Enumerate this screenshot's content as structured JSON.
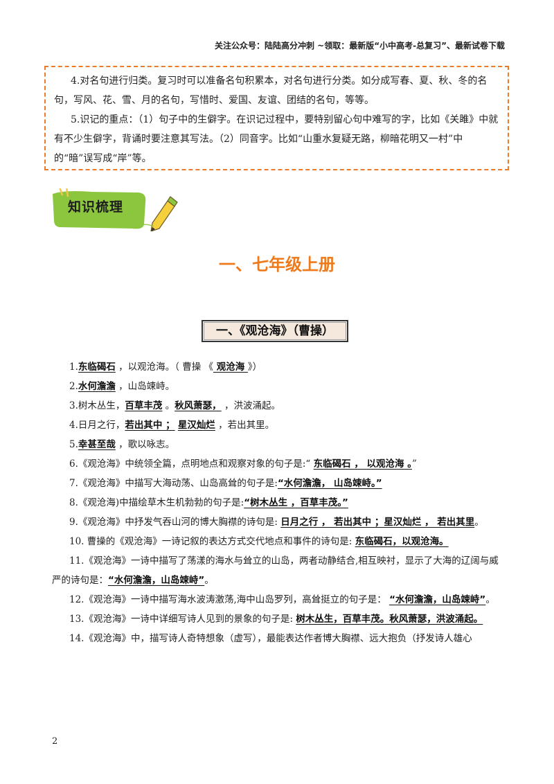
{
  "header": {
    "text": "关注公众号：陆陆高分冲刺 ~领取：最新版“小中高考-总复习”、最新试卷下载"
  },
  "tips": [
    "4.对名句进行归类。复习时可以准备名句积累本，对名句进行分类。如分成写春、夏、秋、冬的名句，写风、花、雪、月的名句，写惜时、爱国、友谊、团结的名句，等等。",
    "5.识记的重点：（1）句子中的生僻字。在识记过程中，要特别留心句中难写的字，比如《关雎》中就有不少生僻字，背诵时要注意其写法。（2）同音字。比如“山重水复疑无路，柳暗花明又一村”中的“暗”误写成“岸”等。"
  ],
  "section_tag": "知识梳理",
  "title": "一、七年级上册",
  "subtitle": "一、《观沧海》（曹操）",
  "items": [
    [
      {
        "t": "1."
      },
      {
        "t": "东临碣石",
        "b": 1
      },
      {
        "t": " ，以观沧海。（ 曹操 《"
      },
      {
        "t": "  观沧海  ",
        "b": 1
      },
      {
        "t": "》）"
      }
    ],
    [
      {
        "t": "2."
      },
      {
        "t": "水何澹澹",
        "b": 1
      },
      {
        "t": " ，山岛竦峙。"
      }
    ],
    [
      {
        "t": "3.树木丛生，"
      },
      {
        "t": "百草丰茂",
        "b": 1
      },
      {
        "t": " 。"
      },
      {
        "t": "秋风萧瑟，",
        "b": 1
      },
      {
        "t": " ，洪波涌起。"
      }
    ],
    [
      {
        "t": "4.日月之行，"
      },
      {
        "t": "若出其中 ；",
        "b": 1
      },
      {
        "t": " "
      },
      {
        "t": "星汉灿烂",
        "b": 1
      },
      {
        "t": " ，若出其里。"
      }
    ],
    [
      {
        "t": "5."
      },
      {
        "t": "幸甚至哉",
        "b": 1
      },
      {
        "t": " ，歌以咏志。"
      }
    ],
    [
      {
        "t": "6.《观沧海》中统领全篇，点明地点和观察对象的句子是:“ "
      },
      {
        "t": "东临碣石 ， 以观沧海 。",
        "b": 1
      },
      {
        "t": "”"
      }
    ],
    [
      {
        "t": "7.《观沧海》中描写大海动荡、山岛高耸的句子是:"
      },
      {
        "t": "“水何澹澹， 山岛竦峙。”",
        "b": 1
      }
    ],
    [
      {
        "t": "8.《观沧海)中描绘草木生机勃勃的句子是:"
      },
      {
        "t": "“树木丛生 ，百草丰茂。”",
        "b": 1
      }
    ],
    [
      {
        "t": "9.《观沧海》中抒发气吞山河的博大胸襟的诗句是: "
      },
      {
        "t": "日月之行 ， 若出其中 ；星汉灿烂 ， 若出其里",
        "b": 1
      },
      {
        "t": "。"
      }
    ],
    [
      {
        "t": "10. 曹操的《观沧海》一诗记叙的表达方式交代地点和事件的诗句是: "
      },
      {
        "t": "东临碣石，以观沧海。",
        "b": 1
      }
    ],
    [
      {
        "t": "11.《观沧海》一诗中描写了荡漾的海水与耸立的山岛，两者动静结合,相互映衬，显示了大海的辽阔与威严的诗句是："
      },
      {
        "t": "“水何澹澹，山岛竦峙”",
        "b": 1
      },
      {
        "t": "。"
      }
    ],
    [
      {
        "t": "12.《观沧海》一诗中描写海水波涛激荡,海中山岛罗列，高耸挺立的句子是：  "
      },
      {
        "t": "“水何澹澹，山岛竦峙”",
        "b": 1
      },
      {
        "t": "。"
      }
    ],
    [
      {
        "t": "13.《观沧海》一诗中详细写诗人见到的景象的句子是: "
      },
      {
        "t": "树木丛生，百草丰茂。秋风萧瑟，洪波涌起。",
        "b": 1
      }
    ],
    [
      {
        "t": "14.《观沧海》中，描写诗人奇特想象（虚写），最能表达作者博大胸襟、远大抱负（抒发诗人雄心"
      }
    ]
  ],
  "page_number": "2",
  "colors": {
    "accent_orange": "#ee7a1b",
    "tag_green": "#8cc63f",
    "box_dash": "#ec7a2a"
  },
  "icons": [
    "paperclip-icon",
    "pencil-icon"
  ]
}
